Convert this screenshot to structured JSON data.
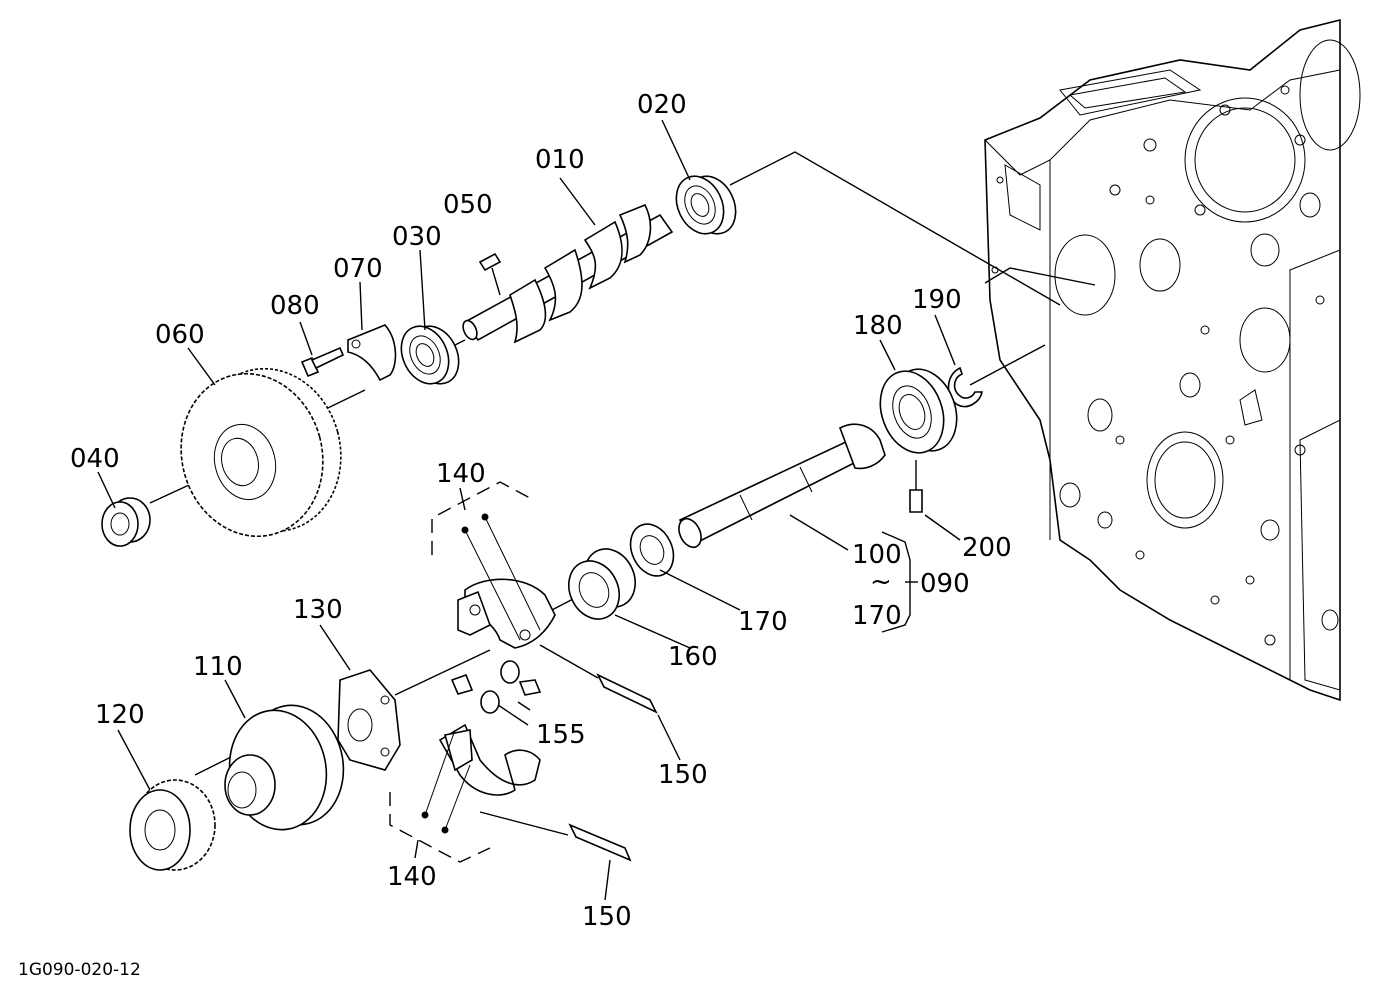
{
  "drawing": {
    "reference_code": "1G090-020-12",
    "labels": {
      "p010": "010",
      "p020": "020",
      "p030": "030",
      "p040": "040",
      "p050": "050",
      "p060": "060",
      "p070": "070",
      "p080": "080",
      "p090": "090",
      "p100": "100",
      "tilde": "~",
      "p110": "110",
      "p120": "120",
      "p130": "130",
      "p140_top": "140",
      "p140_bottom": "140",
      "p150_upper": "150",
      "p150_lower": "150",
      "p155": "155",
      "p160": "160",
      "p170_right": "170",
      "p170_range": "170",
      "p180": "180",
      "p190": "190",
      "p200": "200"
    }
  }
}
